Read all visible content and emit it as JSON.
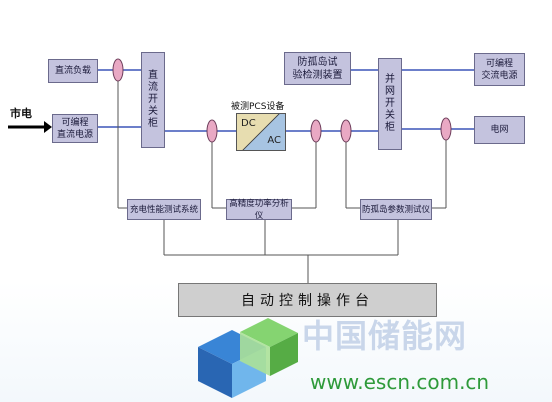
{
  "left": {
    "dc_load": "直流负载",
    "prog_dc_source": [
      "可编程",
      "直流电源"
    ],
    "mains": "市电"
  },
  "dc_switch_cabinet": [
    "直",
    "流",
    "开",
    "关",
    "柜"
  ],
  "pcs": {
    "label": "被测PCS设备",
    "dc": "DC",
    "ac": "AC"
  },
  "anti_island_device": [
    "防孤岛试",
    "验检测装置"
  ],
  "parallel_switch_cabinet": [
    "并",
    "网",
    "开",
    "关",
    "柜"
  ],
  "right": {
    "prog_ac_source": [
      "可编程",
      "交流电源"
    ],
    "grid": "电网"
  },
  "test_systems": {
    "charge_test": "充电性能测试系统",
    "power_analyzer": "高精度功率分析仪",
    "island_param_tester": "防孤岛参数测试仪"
  },
  "console": "自动控制操作台",
  "watermark": {
    "brand": "中国储能网",
    "url": "www.escn.com.cn"
  },
  "colors": {
    "box_fill": "#c4c3de",
    "line": "#3b55b8",
    "connector": "#e9a9c4"
  }
}
